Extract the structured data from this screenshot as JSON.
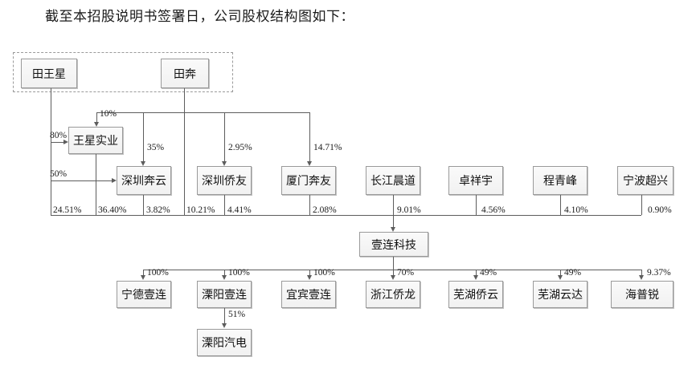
{
  "heading": "截至本招股说明书签署日，公司股权结构图如下：",
  "colors": {
    "node_border": "#9a9a9a",
    "node_fill": "#f1f1f1",
    "line": "#5d5d5d",
    "dashed_group_border": "#9a9a9a",
    "text": "#1a1a1a"
  },
  "diagram": {
    "type": "shareholding-structure",
    "controller_group": {
      "label": "",
      "members": [
        "田王星",
        "田奔"
      ]
    },
    "nodes": {
      "tianwangxing": "田王星",
      "tianben": "田奔",
      "wangxingshiye": "王星实业",
      "shenzhenbenyun": "深圳奔云",
      "shenzhenqiaoyou": "深圳侨友",
      "xiamenbenyou": "厦门奔友",
      "changjiangchendao": "长江晨道",
      "zhuoxiangyu": "卓祥宇",
      "chengqingfeng": "程青峰",
      "ningbochaoxing": "宁波超兴",
      "yilianbkeji": "壹连科技",
      "ningdeyilian": "宁德壹连",
      "liyangyilian": "溧阳壹连",
      "yibinyilian": "宜宾壹连",
      "zhejiangqiaolong": "浙江侨龙",
      "wuhuqiaoyun": "芜湖侨云",
      "wuhuyunda": "芜湖云达",
      "haipurui": "海普锐",
      "liyangqidian": "溧阳汽电"
    },
    "edges": [
      {
        "from": "田王星",
        "to": "王星实业",
        "pct": "80%"
      },
      {
        "from": "田奔",
        "to": "王星实业",
        "pct": "10%"
      },
      {
        "from": "王星实业",
        "to": "深圳奔云",
        "pct": "50%"
      },
      {
        "from": "田奔",
        "to": "深圳奔云",
        "pct": "35%"
      },
      {
        "from": "田奔",
        "to": "深圳侨友",
        "pct": "2.95%"
      },
      {
        "from": "田奔",
        "to": "厦门奔友",
        "pct": "14.71%"
      },
      {
        "from": "田王星",
        "to": "壹连科技",
        "pct": "24.51%"
      },
      {
        "from": "王星实业",
        "to": "壹连科技",
        "pct": "36.40%"
      },
      {
        "from": "深圳奔云",
        "to": "壹连科技",
        "pct": "3.82%"
      },
      {
        "from": "深圳侨友",
        "to": "壹连科技",
        "pct": "10.21%"
      },
      {
        "from": "深圳侨友",
        "to": "壹连科技",
        "pct": "4.41%"
      },
      {
        "from": "厦门奔友",
        "to": "壹连科技",
        "pct": "2.08%"
      },
      {
        "from": "长江晨道",
        "to": "壹连科技",
        "pct": "9.01%"
      },
      {
        "from": "卓祥宇",
        "to": "壹连科技",
        "pct": "4.56%"
      },
      {
        "from": "程青峰",
        "to": "壹连科技",
        "pct": "4.10%"
      },
      {
        "from": "宁波超兴",
        "to": "壹连科技",
        "pct": "0.90%"
      },
      {
        "from": "壹连科技",
        "to": "宁德壹连",
        "pct": "100%"
      },
      {
        "from": "壹连科技",
        "to": "溧阳壹连",
        "pct": "100%"
      },
      {
        "from": "壹连科技",
        "to": "宜宾壹连",
        "pct": "100%"
      },
      {
        "from": "壹连科技",
        "to": "浙江侨龙",
        "pct": "70%"
      },
      {
        "from": "壹连科技",
        "to": "芜湖侨云",
        "pct": "49%"
      },
      {
        "from": "壹连科技",
        "to": "芜湖云达",
        "pct": "49%"
      },
      {
        "from": "壹连科技",
        "to": "海普锐",
        "pct": "9.37%"
      },
      {
        "from": "溧阳壹连",
        "to": "溧阳汽电",
        "pct": "51%"
      }
    ],
    "labels": {
      "p80": "80%",
      "p10": "10%",
      "p50": "50%",
      "p35": "35%",
      "p295": "2.95%",
      "p1471": "14.71%",
      "p2451": "24.51%",
      "p3640": "36.40%",
      "p382": "3.82%",
      "p1021": "10.21%",
      "p441": "4.41%",
      "p208": "2.08%",
      "p901": "9.01%",
      "p456": "4.56%",
      "p410": "4.10%",
      "p090": "0.90%",
      "p100a": "100%",
      "p100b": "100%",
      "p100c": "100%",
      "p70": "70%",
      "p49a": "49%",
      "p49b": "49%",
      "p937": "9.37%",
      "p51": "51%"
    }
  }
}
